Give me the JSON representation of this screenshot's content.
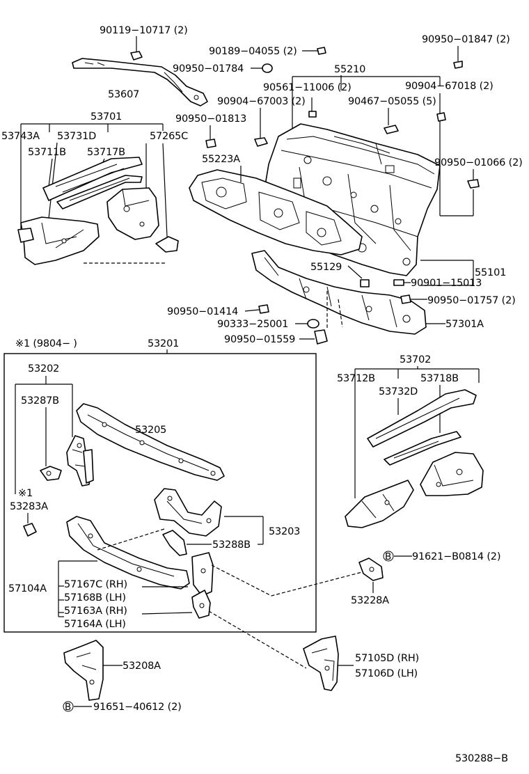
{
  "labels": {
    "p90119_10717": "90119−10717 (2)",
    "p53607": "53607",
    "p90189_04055": "90189−04055 (2)",
    "p90950_01784": "90950−01784",
    "p90950_01847": "90950−01847 (2)",
    "p55210": "55210",
    "p90561_11006": "90561−11006 (2)",
    "p90904_67018": "90904−67018 (2)",
    "p90904_67003": "90904−67003 (2)",
    "p90467_05055": "90467−05055 (5)",
    "p90950_01813": "90950−01813",
    "p53701": "53701",
    "p53743A": "53743A",
    "p53731D": "53731D",
    "p57265C": "57265C",
    "p53711B": "53711B",
    "p53717B": "53717B",
    "p55223A": "55223A",
    "p90950_01066": "90950−01066 (2)",
    "p55101": "55101",
    "p55129": "55129",
    "p90901_15013": "90901−15013",
    "p90950_01414": "90950−01414",
    "p90950_01757": "90950−01757 (2)",
    "p90333_25001": "90333−25001",
    "p57301A": "57301A",
    "p90950_01559": "90950−01559",
    "note_range": "※1 (9804−        )",
    "p53201": "53201",
    "p53202": "53202",
    "p53287B": "53287B",
    "p53205": "53205",
    "note_star": "※1",
    "p53283A": "53283A",
    "p53203": "53203",
    "p53288B": "53288B",
    "p57104A": "57104A",
    "p57167C": "57167C (RH)",
    "p57168B": "57168B (LH)",
    "p57163A": "57163A (RH)",
    "p57164A": "57164A (LH)",
    "p53702": "53702",
    "p53712B": "53712B",
    "p53718B": "53718B",
    "p53732D": "53732D",
    "p91621_B0814": "91621−B0814 (2)",
    "p53228A": "53228A",
    "p53208A": "53208A",
    "p57105D": "57105D (RH)",
    "p57106D": "57106D (LH)",
    "p91651_40612": "91651−40612 (2)",
    "bolt_mark": "B",
    "diagram_id": "530288−B"
  }
}
